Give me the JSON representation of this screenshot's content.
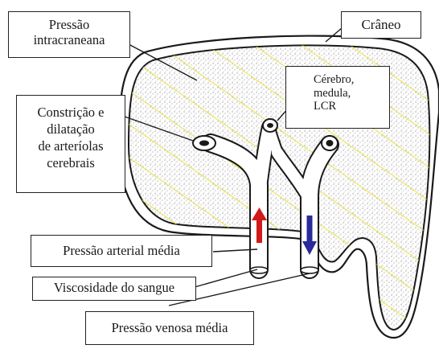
{
  "labels": {
    "pressao_intracraniana": [
      "Pressão",
      "intracraneana"
    ],
    "cranio": "Crâneo",
    "cerebro": [
      "Cérebro,",
      "medula,",
      "LCR"
    ],
    "constricao": [
      "Constrição e",
      "dilatação",
      "de arteríolas",
      "cerebrais"
    ],
    "pressao_arterial": "Pressão arterial média",
    "viscosidade": "Viscosidade do sangue",
    "pressao_venosa": "Pressão venosa média"
  },
  "colors": {
    "hatch": "#e6e04a",
    "arterial_arrow": "#d11a1a",
    "venous_arrow": "#2a2a9c",
    "outline": "#1a1a1a"
  }
}
